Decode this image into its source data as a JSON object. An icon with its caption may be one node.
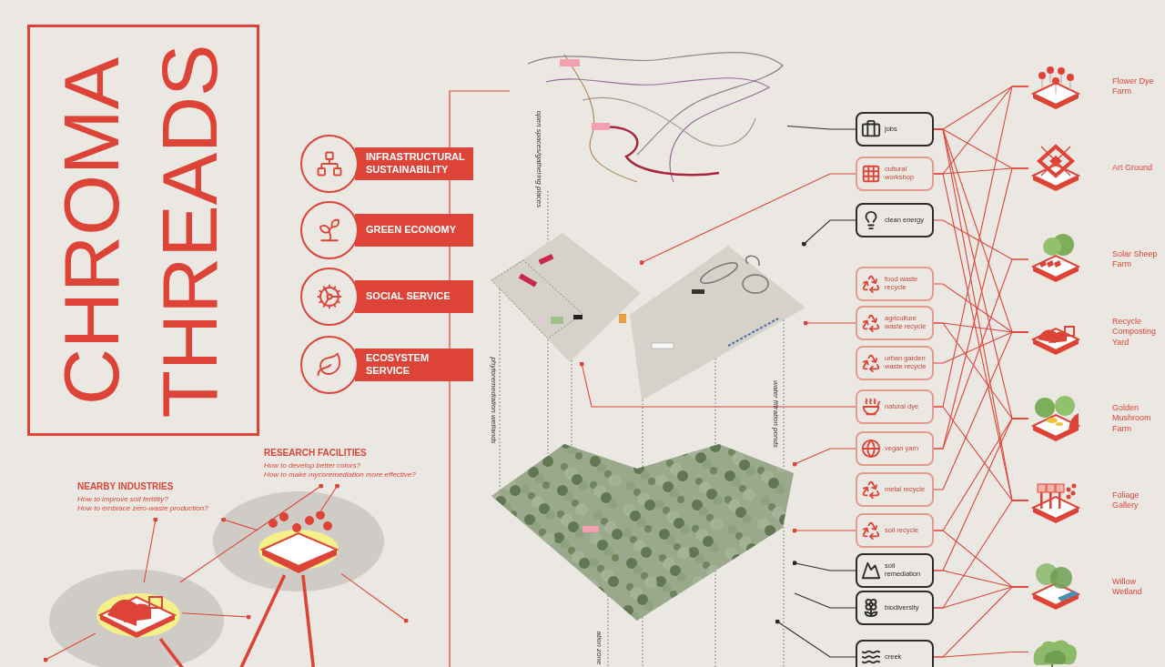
{
  "diagram": {
    "title": "CHROMA THREADS",
    "nodes": [
      {
        "text": [
          "INFRASTRUCTURAL SUSTAINABILITY"
        ]
      },
      {
        "text": [
          "GREEN ECONOMY"
        ]
      },
      {
        "text": [
          "SOCIAL SERVICE"
        ]
      },
      {
        "text": [
          "ECOSYSTEM SERVICE"
        ]
      },
      {
        "text": [],
        "shape": "picture"
      },
      {
        "text": [],
        "shape": "picture"
      },
      {
        "text": [],
        "shape": "picture"
      },
      {
        "text": [],
        "shape": "picture"
      },
      {
        "text": [
          "jobs"
        ]
      },
      {
        "text": [
          "cultural workshop"
        ]
      },
      {
        "text": [
          "clean energy"
        ]
      },
      {
        "text": [
          "food waste recycle"
        ]
      },
      {
        "text": [
          "agriculture waste recycle"
        ]
      },
      {
        "text": [
          "urban garden waste recycle"
        ]
      },
      {
        "text": [
          "natural dye"
        ]
      },
      {
        "text": [
          "vegan yarn"
        ]
      },
      {
        "text": [
          "metal recycle"
        ]
      },
      {
        "text": [
          "soil recycle"
        ]
      },
      {
        "text": [
          "soil remediation"
        ]
      },
      {
        "text": [
          "biodiversity"
        ]
      },
      {
        "text": [
          "creek"
        ]
      },
      {
        "text": [
          "Flower Dye Farm"
        ]
      },
      {
        "text": [
          "Art Ground"
        ]
      },
      {
        "text": [
          "Solar Sheep Farm"
        ]
      },
      {
        "text": [
          "Recycle Composting Yard"
        ]
      },
      {
        "text": [
          "Golden Mushroom Farm"
        ]
      },
      {
        "text": [
          "Foliage Gallery"
        ]
      },
      {
        "text": [
          "Willow Wetland"
        ]
      },
      {
        "text": [],
        "shape": "picture"
      },
      {
        "text": [
          "NEARBY INDUSTRIES",
          "How to improve soil fertility?",
          "How to embrace zero-waste production?"
        ]
      },
      {
        "text": [
          "RESEARCH FACILITIES",
          "How to develop better colors?",
          "How to make mycoremediation more effective?"
        ]
      },
      {
        "text": [],
        "shape": "picture"
      },
      {
        "text": [],
        "shape": "picture"
      }
    ],
    "edges": [
      {
        "from": 8,
        "to": 21,
        "arrow": "none"
      },
      {
        "from": 8,
        "to": 22,
        "arrow": "none"
      },
      {
        "from": 8,
        "to": 24,
        "arrow": "none"
      },
      {
        "from": 8,
        "to": 25,
        "arrow": "none"
      },
      {
        "from": 8,
        "to": 26,
        "arrow": "none"
      },
      {
        "from": 9,
        "to": 21,
        "arrow": "none"
      },
      {
        "from": 9,
        "to": 22,
        "arrow": "none"
      },
      {
        "from": 9,
        "to": 26,
        "arrow": "none"
      },
      {
        "from": 10,
        "to": 23,
        "arrow": "none"
      },
      {
        "from": 11,
        "to": 24,
        "arrow": "none"
      },
      {
        "from": 12,
        "to": 24,
        "arrow": "none"
      },
      {
        "from": 12,
        "to": 25,
        "arrow": "none"
      },
      {
        "from": 13,
        "to": 24,
        "arrow": "none"
      },
      {
        "from": 14,
        "to": 21,
        "arrow": "none"
      },
      {
        "from": 14,
        "to": 26,
        "arrow": "none"
      },
      {
        "from": 15,
        "to": 22,
        "arrow": "none"
      },
      {
        "from": 15,
        "to": 23,
        "arrow": "none"
      },
      {
        "from": 16,
        "to": 24,
        "arrow": "none"
      },
      {
        "from": 17,
        "to": 25,
        "arrow": "none"
      },
      {
        "from": 17,
        "to": 27,
        "arrow": "none"
      },
      {
        "from": 18,
        "to": 25,
        "arrow": "none"
      },
      {
        "from": 18,
        "to": 27,
        "arrow": "none"
      },
      {
        "from": 19,
        "to": 27,
        "arrow": "none"
      },
      {
        "from": 19,
        "to": 26,
        "arrow": "none"
      },
      {
        "from": 20,
        "to": 27,
        "arrow": "none"
      },
      {
        "from": 20,
        "to": 28,
        "arrow": "none"
      },
      {
        "from": 8,
        "to": 4,
        "arrow": "none",
        "color": "#2b2b2b"
      },
      {
        "from": 9,
        "to": 5,
        "arrow": "other"
      },
      {
        "from": 10,
        "to": 6,
        "arrow": "other",
        "color": "#2b2b2b"
      },
      {
        "from": 12,
        "to": 6,
        "arrow": "other"
      },
      {
        "from": 14,
        "to": 5,
        "arrow": "other"
      },
      {
        "from": 15,
        "to": 7,
        "arrow": "other"
      },
      {
        "from": 17,
        "to": 7,
        "arrow": "other"
      },
      {
        "from": 18,
        "to": 7,
        "arrow": "other",
        "color": "#2b2b2b"
      },
      {
        "from": 19,
        "to": 7,
        "arrow": "none",
        "color": "#2b2b2b"
      },
      {
        "from": 20,
        "to": 7,
        "arrow": "other",
        "color": "#2b2b2b"
      },
      {
        "from": 31,
        "to": 30,
        "arrow": "other"
      },
      {
        "from": 32,
        "to": 30,
        "arrow": "other"
      },
      {
        "from": 32,
        "to": 29,
        "arrow": "other"
      },
      {
        "from": 31,
        "to": 29,
        "arrow": "other"
      },
      {
        "from": 31,
        "to": null,
        "arrow": "other"
      },
      {
        "from": 31,
        "to": null,
        "arrow": "other"
      },
      {
        "from": 32,
        "to": null,
        "arrow": "other"
      },
      {
        "from": 32,
        "to": null,
        "arrow": "none",
        "style": "thick"
      },
      {
        "from": 32,
        "to": null,
        "arrow": "none",
        "style": "thick"
      },
      {
        "from": 31,
        "to": null,
        "arrow": "none",
        "style": "thick"
      },
      {
        "from": 4,
        "to": 5,
        "arrow": "none",
        "style": "dashed",
        "color": "#777777"
      },
      {
        "from": 5,
        "to": 7,
        "arrow": "none",
        "style": "dashed",
        "color": "#777777"
      },
      {
        "from": 5,
        "to": 7,
        "arrow": "none",
        "style": "dashed",
        "color": "#777777"
      },
      {
        "from": 5,
        "to": 7,
        "arrow": "none",
        "style": "dashed",
        "color": "#777777"
      },
      {
        "from": 6,
        "to": 7,
        "arrow": "none",
        "style": "dashed",
        "color": "#777777"
      },
      {
        "from": 6,
        "to": 7,
        "arrow": "none",
        "style": "dashed",
        "color": "#777777"
      },
      {
        "from": 6,
        "to": 7,
        "arrow": "none",
        "style": "dashed",
        "color": "#777777"
      },
      {
        "from": 7,
        "to": null,
        "arrow": "none",
        "style": "dashed",
        "color": "#777777"
      },
      {
        "from": 7,
        "to": null,
        "arrow": "none",
        "style": "dashed",
        "color": "#777777"
      },
      {
        "from": 7,
        "to": null,
        "arrow": "none",
        "style": "dashed",
        "color": "#777777"
      },
      {
        "from": 7,
        "to": null,
        "arrow": "none",
        "style": "dashed",
        "color": "#777777"
      }
    ],
    "labels": [
      "open spaces/gathering places",
      "phytoremediation wetlands",
      "water filtration ponds",
      "ation zone"
    ]
  }
}
